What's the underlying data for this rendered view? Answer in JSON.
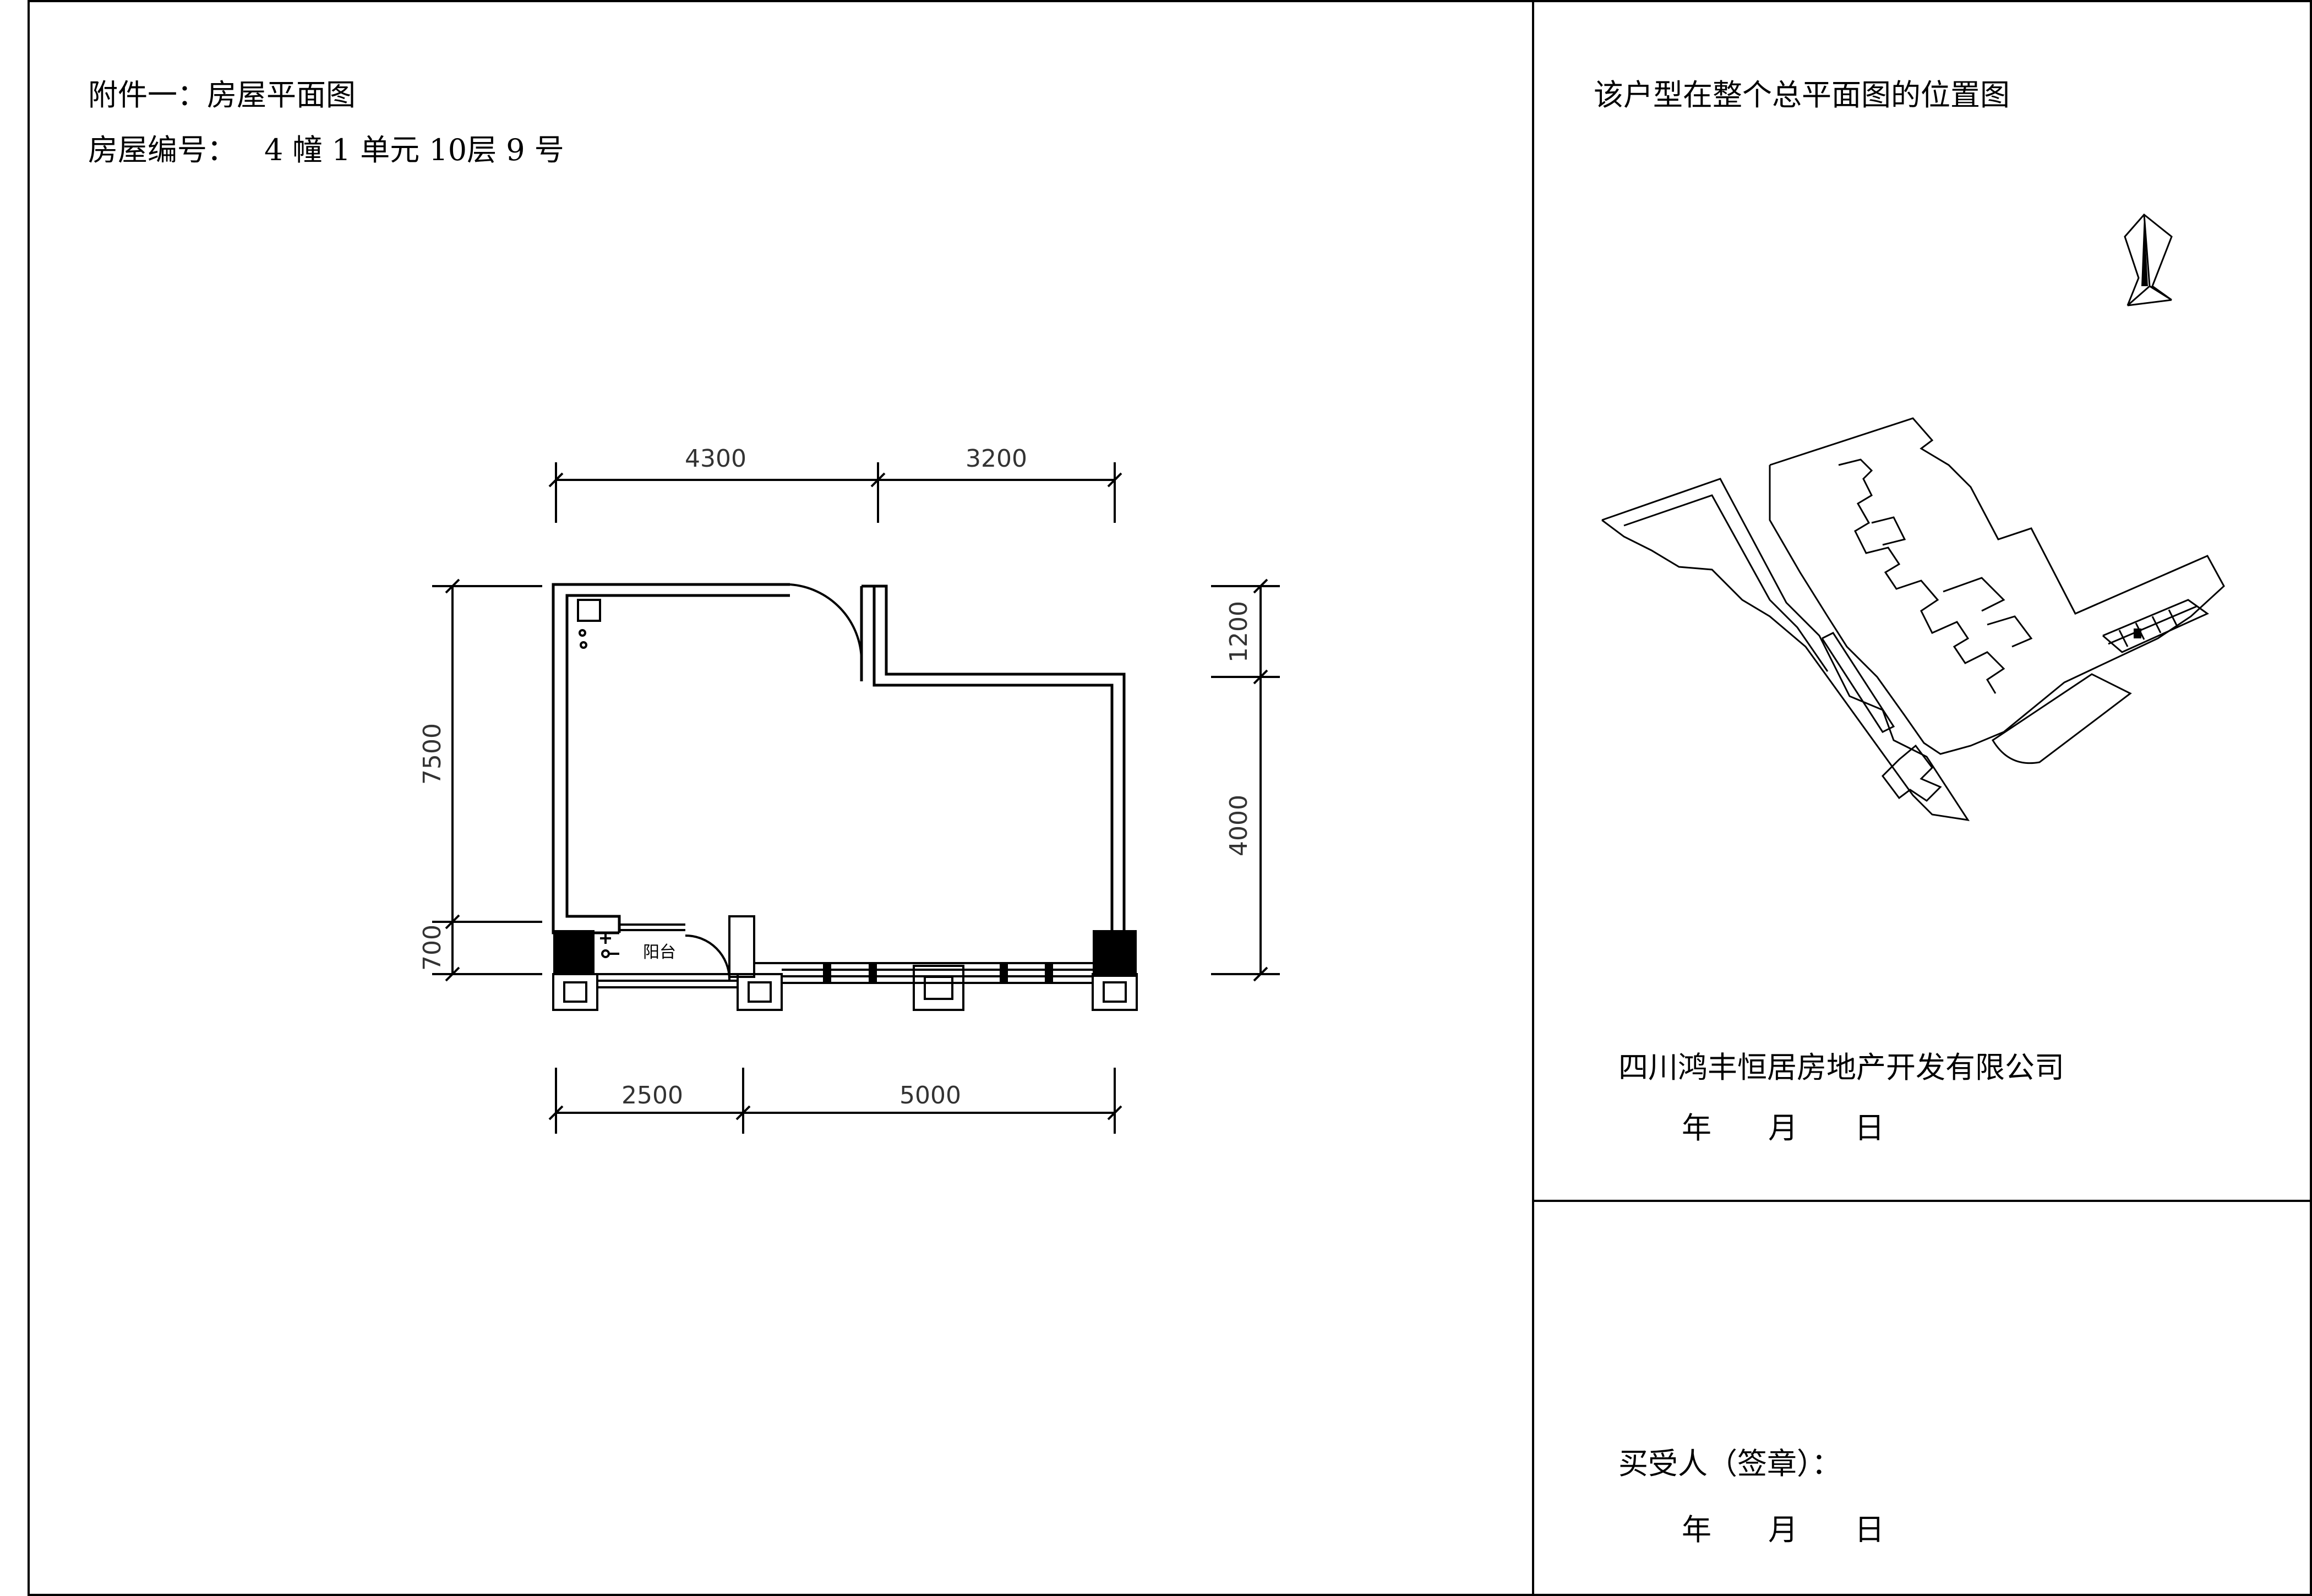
{
  "left_panel": {
    "title": "附件一：房屋平面图",
    "house_number_label": "房屋编号：",
    "house_number": "4 幢 1 单元 10层 9 号"
  },
  "floor_plan": {
    "dim_top": [
      "4300",
      "3200"
    ],
    "dim_bottom": [
      "2500",
      "5000"
    ],
    "dim_left": [
      "7500",
      "700"
    ],
    "dim_right": [
      "1200",
      "4000"
    ],
    "room_label": "阳台"
  },
  "right_panel": {
    "site_title": "该户型在整个总平面图的位置图",
    "company": "四川鸿丰恒居房地产开发有限公司",
    "date_line_1": "年      月      日",
    "buyer_label": "买受人（签章）：",
    "date_line_2": "年      月      日"
  },
  "icons": [
    "north-arrow-icon",
    "highlighted-unit-marker"
  ]
}
